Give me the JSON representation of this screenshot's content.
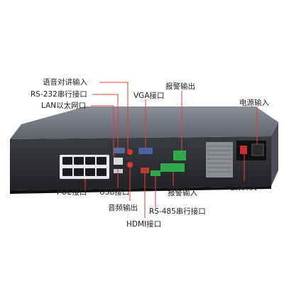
{
  "labels": {
    "voice_intercom_input": "语音对讲输入",
    "rs232_port": "RS-232串行接口",
    "lan_port": "LAN以太网口",
    "vga_port": "VGA接口",
    "alarm_output": "报警输出",
    "power_input": "电源输入",
    "poe_port": "POE接口",
    "usb_port": "USB接口",
    "alarm_input": "报警输入",
    "power_switch": "电源开关",
    "audio_output": "音频输出",
    "rs485_port": "RS-485串行接口",
    "hdmi_port": "HDMI接口"
  },
  "colors": {
    "leader_line": "#e0403a",
    "chassis_top": "#6b7079",
    "chassis_back": "#2b2e33",
    "port_green": "#2fa84f",
    "port_red": "#d33b32"
  }
}
